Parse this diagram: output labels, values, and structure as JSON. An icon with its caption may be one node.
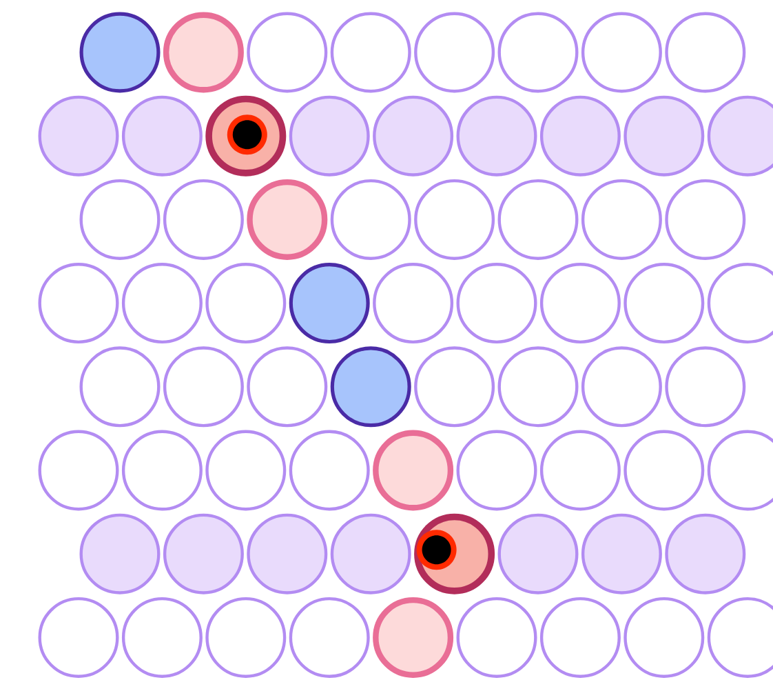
{
  "diagram": {
    "nodes": [
      {
        "text": [],
        "shape": "circle"
      },
      {
        "text": [],
        "shape": "circle"
      },
      {
        "text": [],
        "shape": "circle"
      },
      {
        "text": [],
        "shape": "circle"
      },
      {
        "text": [],
        "shape": "circle"
      },
      {
        "text": [],
        "shape": "circle"
      },
      {
        "text": [],
        "shape": "circle"
      },
      {
        "text": [],
        "shape": "circle"
      },
      {
        "text": [],
        "shape": "circle"
      },
      {
        "text": [],
        "shape": "circle"
      },
      {
        "text": [],
        "shape": "circle"
      },
      {
        "text": [],
        "shape": "circle"
      },
      {
        "text": [],
        "shape": "circle"
      },
      {
        "text": [],
        "shape": "circle"
      },
      {
        "text": [],
        "shape": "circle"
      },
      {
        "text": [],
        "shape": "circle"
      },
      {
        "text": [],
        "shape": "circle"
      },
      {
        "text": [],
        "shape": "circle"
      },
      {
        "text": [],
        "shape": "circle"
      },
      {
        "text": [],
        "shape": "circle"
      },
      {
        "text": [],
        "shape": "circle"
      },
      {
        "text": [],
        "shape": "circle"
      },
      {
        "text": [],
        "shape": "circle"
      },
      {
        "text": [],
        "shape": "circle"
      },
      {
        "text": [],
        "shape": "circle"
      },
      {
        "text": [],
        "shape": "circle"
      },
      {
        "text": [],
        "shape": "circle"
      },
      {
        "text": [],
        "shape": "circle"
      },
      {
        "text": [],
        "shape": "circle"
      },
      {
        "text": [],
        "shape": "circle"
      },
      {
        "text": [],
        "shape": "circle"
      },
      {
        "text": [],
        "shape": "circle"
      },
      {
        "text": [],
        "shape": "circle"
      },
      {
        "text": [],
        "shape": "circle"
      },
      {
        "text": [],
        "shape": "circle"
      },
      {
        "text": [],
        "shape": "circle"
      },
      {
        "text": [],
        "shape": "circle"
      },
      {
        "text": [],
        "shape": "circle"
      },
      {
        "text": [],
        "shape": "circle"
      },
      {
        "text": [],
        "shape": "circle"
      },
      {
        "text": [],
        "shape": "circle"
      },
      {
        "text": [],
        "shape": "circle"
      },
      {
        "text": [],
        "shape": "circle"
      },
      {
        "text": [],
        "shape": "circle"
      },
      {
        "text": [],
        "shape": "circle"
      },
      {
        "text": [],
        "shape": "circle"
      },
      {
        "text": [],
        "shape": "circle"
      },
      {
        "text": [],
        "shape": "circle"
      },
      {
        "text": [],
        "shape": "circle"
      },
      {
        "text": [],
        "shape": "circle"
      },
      {
        "text": [],
        "shape": "circle"
      },
      {
        "text": [],
        "shape": "circle"
      },
      {
        "text": [],
        "shape": "circle"
      },
      {
        "text": [],
        "shape": "circle"
      },
      {
        "text": [],
        "shape": "circle"
      },
      {
        "text": [],
        "shape": "circle"
      },
      {
        "text": [],
        "shape": "circle"
      },
      {
        "text": [],
        "shape": "circle"
      },
      {
        "text": [],
        "shape": "circle"
      },
      {
        "text": [],
        "shape": "circle"
      },
      {
        "text": [],
        "shape": "circle"
      },
      {
        "text": [],
        "shape": "circle"
      },
      {
        "text": [],
        "shape": "circle"
      },
      {
        "text": [],
        "shape": "circle"
      },
      {
        "text": [],
        "shape": "circle"
      },
      {
        "text": [],
        "shape": "circle"
      },
      {
        "text": [],
        "shape": "circle"
      },
      {
        "text": [],
        "shape": "circle"
      }
    ]
  }
}
